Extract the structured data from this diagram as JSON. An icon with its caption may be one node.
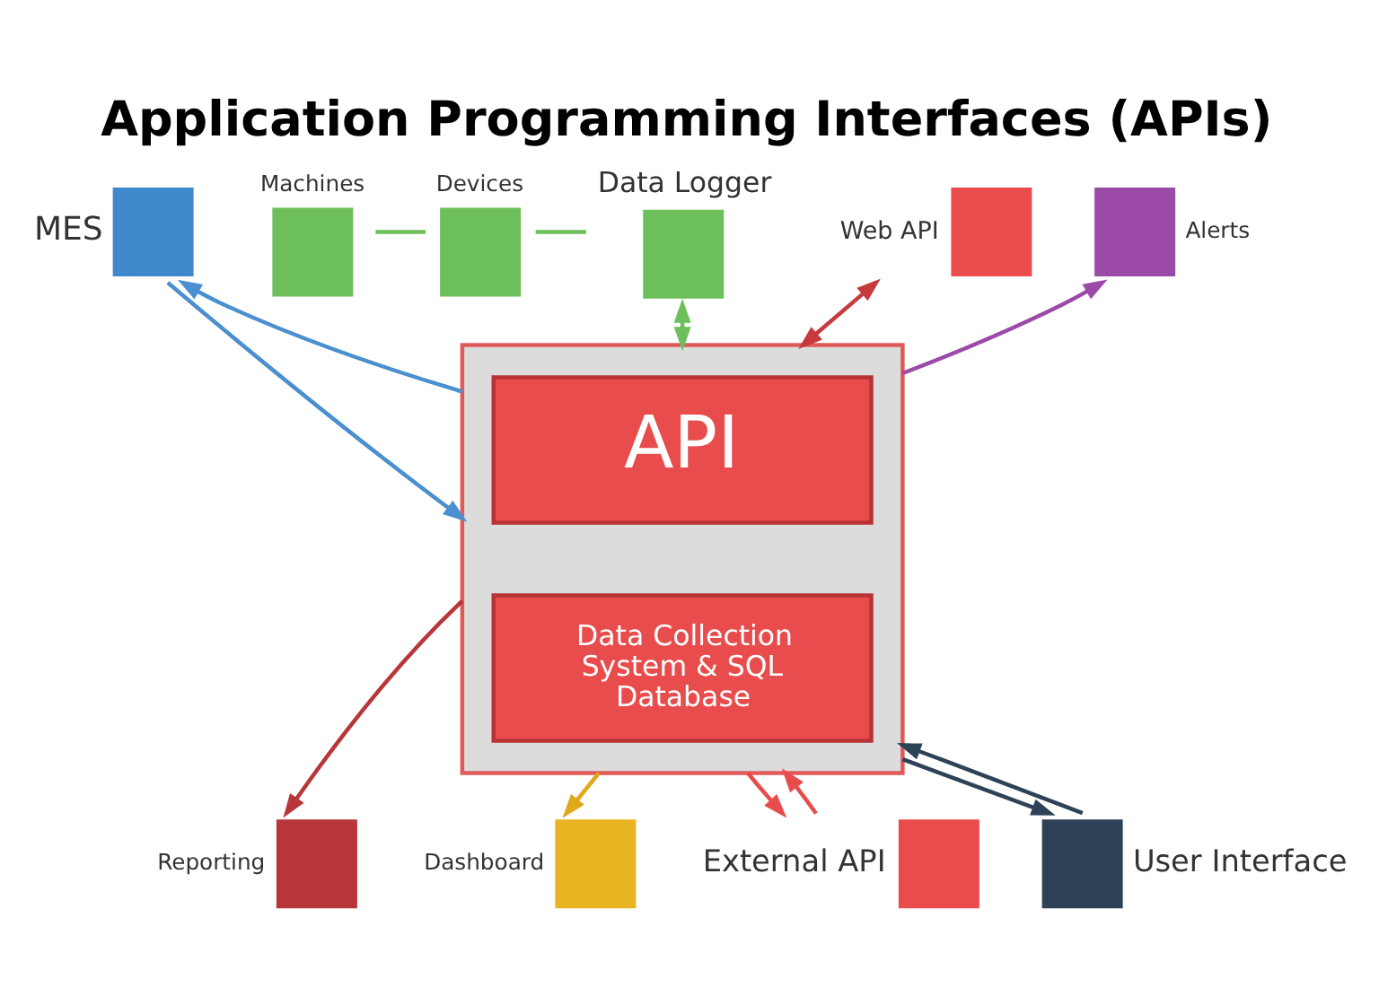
{
  "diagram": {
    "title": "Application Programming Interfaces (APIs)",
    "nodes": [
      {
        "text": [
          "Machines"
        ]
      },
      {
        "text": [
          "Devices"
        ]
      },
      {
        "text": [
          "Data Logger"
        ]
      },
      {
        "text": [
          "Web API"
        ]
      },
      {
        "text": [
          "MES"
        ]
      },
      {
        "text": [],
        "shape": "box"
      },
      {
        "text": [
          "API"
        ],
        "in": 5
      },
      {
        "text": [
          "Data Collection System & SQL Database"
        ],
        "in": 5
      },
      {
        "text": [
          "Alerts"
        ]
      },
      {
        "text": [
          "Reporting"
        ]
      },
      {
        "text": [
          "User Interface"
        ]
      },
      {
        "text": [
          "Dashboard"
        ]
      },
      {
        "text": [
          "External API"
        ]
      }
    ],
    "edges": [
      {
        "from": 0,
        "to": 1,
        "arrow": "none",
        "color": "#6cbf5a"
      },
      {
        "from": 1,
        "to": 2,
        "arrow": "none",
        "color": "#6cbf5a"
      },
      {
        "from": 3,
        "to": 5,
        "arrow": "both",
        "color": "#c63a3e"
      },
      {
        "from": 2,
        "to": 5,
        "arrow": "both",
        "color": "#6cbf5a"
      },
      {
        "from": 5,
        "to": 4,
        "arrow": "to",
        "color": "#4a8fcf"
      },
      {
        "from": 4,
        "to": 5,
        "arrow": "to",
        "color": "#4a8fcf"
      },
      {
        "from": 5,
        "to": 8,
        "arrow": "to",
        "color": "#9b4aa8"
      },
      {
        "from": 5,
        "to": 9,
        "arrow": "to",
        "color": "#b8363a"
      },
      {
        "from": 10,
        "to": 5,
        "arrow": "to",
        "color": "#2e4257"
      },
      {
        "from": 5,
        "to": 10,
        "arrow": "to",
        "color": "#2e4257"
      },
      {
        "from": 5,
        "to": 11,
        "arrow": "to",
        "color": "#e0a91c"
      },
      {
        "from": 5,
        "to": 12,
        "arrow": "to",
        "color": "#e84c4c"
      },
      {
        "from": 12,
        "to": 5,
        "arrow": "to",
        "color": "#e84c4c"
      }
    ]
  }
}
